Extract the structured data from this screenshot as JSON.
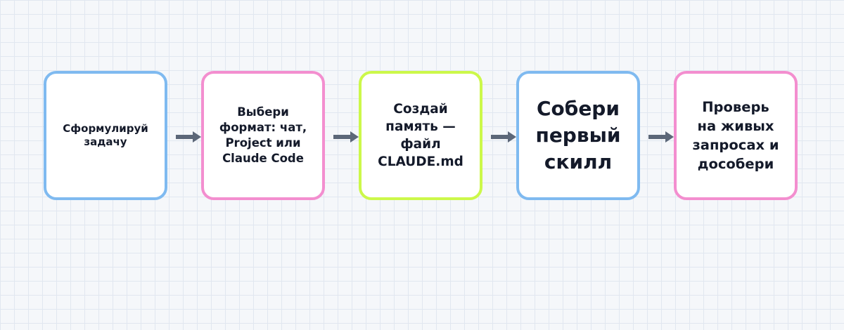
{
  "flow": {
    "steps": [
      {
        "label": "Сформулируй\nзадачу"
      },
      {
        "label": "Выбери\nформат: чат,\nProject или\nClaude Code"
      },
      {
        "label": "Создай\nпамять —\nфайл\nCLAUDE.md"
      },
      {
        "label": "Собери\nпервый\nскилл"
      },
      {
        "label": "Проверь\nна живых\nзапросах и\nдособери"
      }
    ]
  },
  "colors": {
    "blue_border": "#7fbaf0",
    "pink_border": "#f38ecf",
    "green_border": "#ccf84a",
    "arrow": "#5c6778",
    "text": "#141a2a",
    "grid": "#e1e7f0",
    "background": "#f5f7fa"
  }
}
